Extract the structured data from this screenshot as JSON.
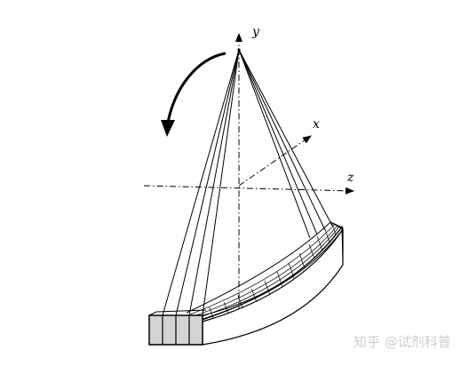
{
  "axes": {
    "x": "x",
    "y": "y",
    "z": "z"
  },
  "watermark": "知乎 @试剂科普",
  "colors": {
    "line": "#000000",
    "detector_fill": "#d4d4d4",
    "watermark": "#cfcfcf"
  },
  "icons": {
    "rotation": "curved-rotation-arrow-icon"
  }
}
